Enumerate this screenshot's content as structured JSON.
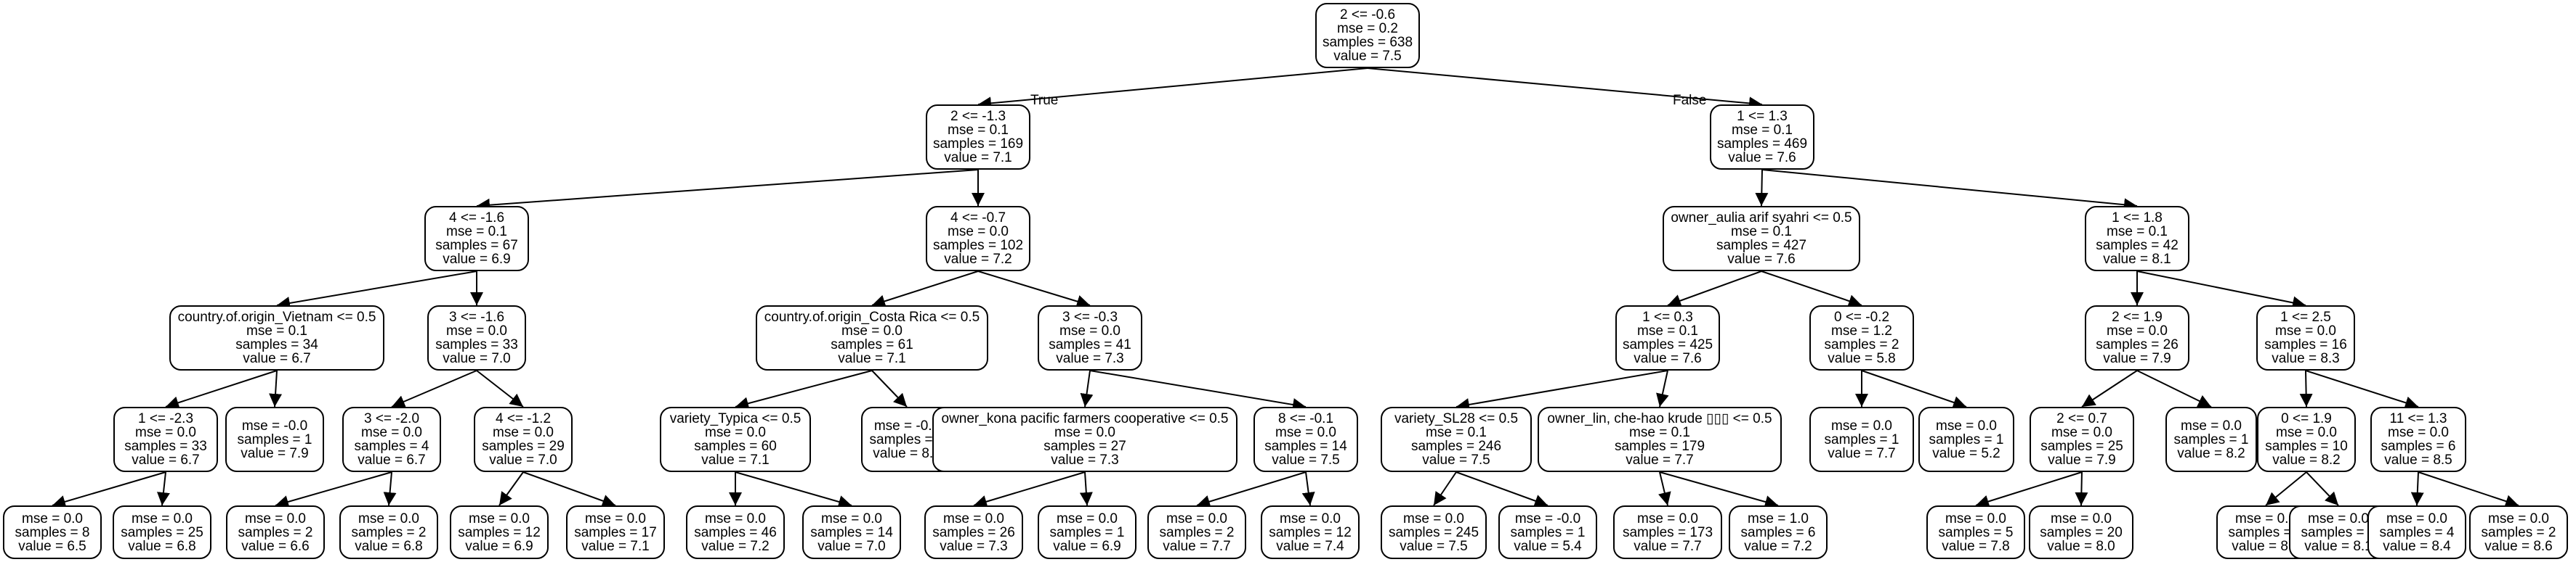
{
  "edge_labels": {
    "true_label": "True",
    "false_label": "False"
  },
  "nodes": [
    {
      "id": "n0",
      "lines": [
        "2 <= -0.6",
        "mse = 0.2",
        "samples = 638",
        "value = 7.5"
      ]
    },
    {
      "id": "n1",
      "lines": [
        "2 <= -1.3",
        "mse = 0.1",
        "samples = 169",
        "value = 7.1"
      ]
    },
    {
      "id": "n2",
      "lines": [
        "1 <= 1.3",
        "mse = 0.1",
        "samples = 469",
        "value = 7.6"
      ]
    },
    {
      "id": "n3",
      "lines": [
        "4 <= -1.6",
        "mse = 0.1",
        "samples = 67",
        "value = 6.9"
      ]
    },
    {
      "id": "n4",
      "lines": [
        "4 <= -0.7",
        "mse = 0.0",
        "samples = 102",
        "value = 7.2"
      ]
    },
    {
      "id": "n5",
      "lines": [
        "owner_aulia arif syahri <= 0.5",
        "mse = 0.1",
        "samples = 427",
        "value = 7.6"
      ]
    },
    {
      "id": "n6",
      "lines": [
        "1 <= 1.8",
        "mse = 0.1",
        "samples = 42",
        "value = 8.1"
      ]
    },
    {
      "id": "n7",
      "lines": [
        "country.of.origin_Vietnam <= 0.5",
        "mse = 0.1",
        "samples = 34",
        "value = 6.7"
      ]
    },
    {
      "id": "n8",
      "lines": [
        "3 <= -1.6",
        "mse = 0.0",
        "samples = 33",
        "value = 7.0"
      ]
    },
    {
      "id": "n9",
      "lines": [
        "country.of.origin_Costa Rica <= 0.5",
        "mse = 0.0",
        "samples = 61",
        "value = 7.1"
      ]
    },
    {
      "id": "n10",
      "lines": [
        "3 <= -0.3",
        "mse = 0.0",
        "samples = 41",
        "value = 7.3"
      ]
    },
    {
      "id": "n11",
      "lines": [
        "1 <= 0.3",
        "mse = 0.1",
        "samples = 425",
        "value = 7.6"
      ]
    },
    {
      "id": "n12",
      "lines": [
        "0 <= -0.2",
        "mse = 1.2",
        "samples = 2",
        "value = 5.8"
      ]
    },
    {
      "id": "n13",
      "lines": [
        "2 <= 1.9",
        "mse = 0.0",
        "samples = 26",
        "value = 7.9"
      ]
    },
    {
      "id": "n14",
      "lines": [
        "1 <= 2.5",
        "mse = 0.0",
        "samples = 16",
        "value = 8.3"
      ]
    },
    {
      "id": "n15",
      "lines": [
        "1 <= -2.3",
        "mse = 0.0",
        "samples = 33",
        "value = 6.7"
      ]
    },
    {
      "id": "n16",
      "lines": [
        "mse = -0.0",
        "samples = 1",
        "value = 7.9"
      ]
    },
    {
      "id": "n17",
      "lines": [
        "3 <= -2.0",
        "mse = 0.0",
        "samples = 4",
        "value = 6.7"
      ]
    },
    {
      "id": "n18",
      "lines": [
        "4 <= -1.2",
        "mse = 0.0",
        "samples = 29",
        "value = 7.0"
      ]
    },
    {
      "id": "n19",
      "lines": [
        "variety_Typica <= 0.5",
        "mse = 0.0",
        "samples = 60",
        "value = 7.1"
      ]
    },
    {
      "id": "n20",
      "lines": [
        "mse = -0.0",
        "samples = 1",
        "value = 8.1"
      ]
    },
    {
      "id": "n21",
      "lines": [
        "owner_kona pacific farmers cooperative <= 0.5",
        "mse = 0.0",
        "samples = 27",
        "value = 7.3"
      ]
    },
    {
      "id": "n22",
      "lines": [
        "8 <= -0.1",
        "mse = 0.0",
        "samples = 14",
        "value = 7.5"
      ]
    },
    {
      "id": "n23",
      "lines": [
        "variety_SL28 <= 0.5",
        "mse = 0.1",
        "samples = 246",
        "value = 7.5"
      ]
    },
    {
      "id": "n24",
      "lines": [
        "owner_lin, che-hao krude ▯▯▯ <= 0.5",
        "mse = 0.1",
        "samples = 179",
        "value = 7.7"
      ]
    },
    {
      "id": "n25",
      "lines": [
        "mse = 0.0",
        "samples = 1",
        "value = 7.7"
      ]
    },
    {
      "id": "n26",
      "lines": [
        "mse = 0.0",
        "samples = 1",
        "value = 5.2"
      ]
    },
    {
      "id": "n27",
      "lines": [
        "2 <= 0.7",
        "mse = 0.0",
        "samples = 25",
        "value = 7.9"
      ]
    },
    {
      "id": "n28",
      "lines": [
        "mse = 0.0",
        "samples = 1",
        "value = 8.2"
      ]
    },
    {
      "id": "n29",
      "lines": [
        "0 <= 1.9",
        "mse = 0.0",
        "samples = 10",
        "value = 8.2"
      ]
    },
    {
      "id": "n30",
      "lines": [
        "11 <= 1.3",
        "mse = 0.0",
        "samples = 6",
        "value = 8.5"
      ]
    },
    {
      "id": "n31",
      "lines": [
        "mse = 0.0",
        "samples = 8",
        "value = 6.5"
      ]
    },
    {
      "id": "n32",
      "lines": [
        "mse = 0.0",
        "samples = 25",
        "value = 6.8"
      ]
    },
    {
      "id": "n33",
      "lines": [
        "mse = 0.0",
        "samples = 2",
        "value = 6.6"
      ]
    },
    {
      "id": "n34",
      "lines": [
        "mse = 0.0",
        "samples = 2",
        "value = 6.8"
      ]
    },
    {
      "id": "n35",
      "lines": [
        "mse = 0.0",
        "samples = 12",
        "value = 6.9"
      ]
    },
    {
      "id": "n36",
      "lines": [
        "mse = 0.0",
        "samples = 17",
        "value = 7.1"
      ]
    },
    {
      "id": "n37",
      "lines": [
        "mse = 0.0",
        "samples = 46",
        "value = 7.2"
      ]
    },
    {
      "id": "n38",
      "lines": [
        "mse = 0.0",
        "samples = 14",
        "value = 7.0"
      ]
    },
    {
      "id": "n39",
      "lines": [
        "mse = 0.0",
        "samples = 26",
        "value = 7.3"
      ]
    },
    {
      "id": "n40",
      "lines": [
        "mse = 0.0",
        "samples = 1",
        "value = 6.9"
      ]
    },
    {
      "id": "n41",
      "lines": [
        "mse = 0.0",
        "samples = 2",
        "value = 7.7"
      ]
    },
    {
      "id": "n42",
      "lines": [
        "mse = 0.0",
        "samples = 12",
        "value = 7.4"
      ]
    },
    {
      "id": "n43",
      "lines": [
        "mse = 0.0",
        "samples = 245",
        "value = 7.5"
      ]
    },
    {
      "id": "n44",
      "lines": [
        "mse = -0.0",
        "samples = 1",
        "value = 5.4"
      ]
    },
    {
      "id": "n45",
      "lines": [
        "mse = 0.0",
        "samples = 173",
        "value = 7.7"
      ]
    },
    {
      "id": "n46",
      "lines": [
        "mse = 1.0",
        "samples = 6",
        "value = 7.2"
      ]
    },
    {
      "id": "n47",
      "lines": [
        "mse = 0.0",
        "samples = 5",
        "value = 7.8"
      ]
    },
    {
      "id": "n48",
      "lines": [
        "mse = 0.0",
        "samples = 20",
        "value = 8.0"
      ]
    },
    {
      "id": "n49",
      "lines": [
        "mse = 0.0",
        "samples = 7",
        "value = 8.3"
      ]
    },
    {
      "id": "n50",
      "lines": [
        "mse = 0.0",
        "samples = 3",
        "value = 8.1"
      ]
    },
    {
      "id": "n51",
      "lines": [
        "mse = 0.0",
        "samples = 4",
        "value = 8.4"
      ]
    },
    {
      "id": "n52",
      "lines": [
        "mse = 0.0",
        "samples = 2",
        "value = 8.6"
      ]
    }
  ],
  "edges": [
    [
      "n0",
      "n1"
    ],
    [
      "n0",
      "n2"
    ],
    [
      "n1",
      "n3"
    ],
    [
      "n1",
      "n4"
    ],
    [
      "n2",
      "n5"
    ],
    [
      "n2",
      "n6"
    ],
    [
      "n3",
      "n7"
    ],
    [
      "n3",
      "n8"
    ],
    [
      "n4",
      "n9"
    ],
    [
      "n4",
      "n10"
    ],
    [
      "n5",
      "n11"
    ],
    [
      "n5",
      "n12"
    ],
    [
      "n6",
      "n13"
    ],
    [
      "n6",
      "n14"
    ],
    [
      "n7",
      "n15"
    ],
    [
      "n7",
      "n16"
    ],
    [
      "n8",
      "n17"
    ],
    [
      "n8",
      "n18"
    ],
    [
      "n9",
      "n19"
    ],
    [
      "n9",
      "n20"
    ],
    [
      "n10",
      "n21"
    ],
    [
      "n10",
      "n22"
    ],
    [
      "n11",
      "n23"
    ],
    [
      "n11",
      "n24"
    ],
    [
      "n12",
      "n25"
    ],
    [
      "n12",
      "n26"
    ],
    [
      "n13",
      "n27"
    ],
    [
      "n13",
      "n28"
    ],
    [
      "n14",
      "n29"
    ],
    [
      "n14",
      "n30"
    ],
    [
      "n15",
      "n31"
    ],
    [
      "n15",
      "n32"
    ],
    [
      "n17",
      "n33"
    ],
    [
      "n17",
      "n34"
    ],
    [
      "n18",
      "n35"
    ],
    [
      "n18",
      "n36"
    ],
    [
      "n19",
      "n37"
    ],
    [
      "n19",
      "n38"
    ],
    [
      "n21",
      "n39"
    ],
    [
      "n21",
      "n40"
    ],
    [
      "n22",
      "n41"
    ],
    [
      "n22",
      "n42"
    ],
    [
      "n23",
      "n43"
    ],
    [
      "n23",
      "n44"
    ],
    [
      "n24",
      "n45"
    ],
    [
      "n24",
      "n46"
    ],
    [
      "n27",
      "n47"
    ],
    [
      "n27",
      "n48"
    ],
    [
      "n29",
      "n49"
    ],
    [
      "n29",
      "n50"
    ],
    [
      "n30",
      "n51"
    ],
    [
      "n30",
      "n52"
    ]
  ]
}
